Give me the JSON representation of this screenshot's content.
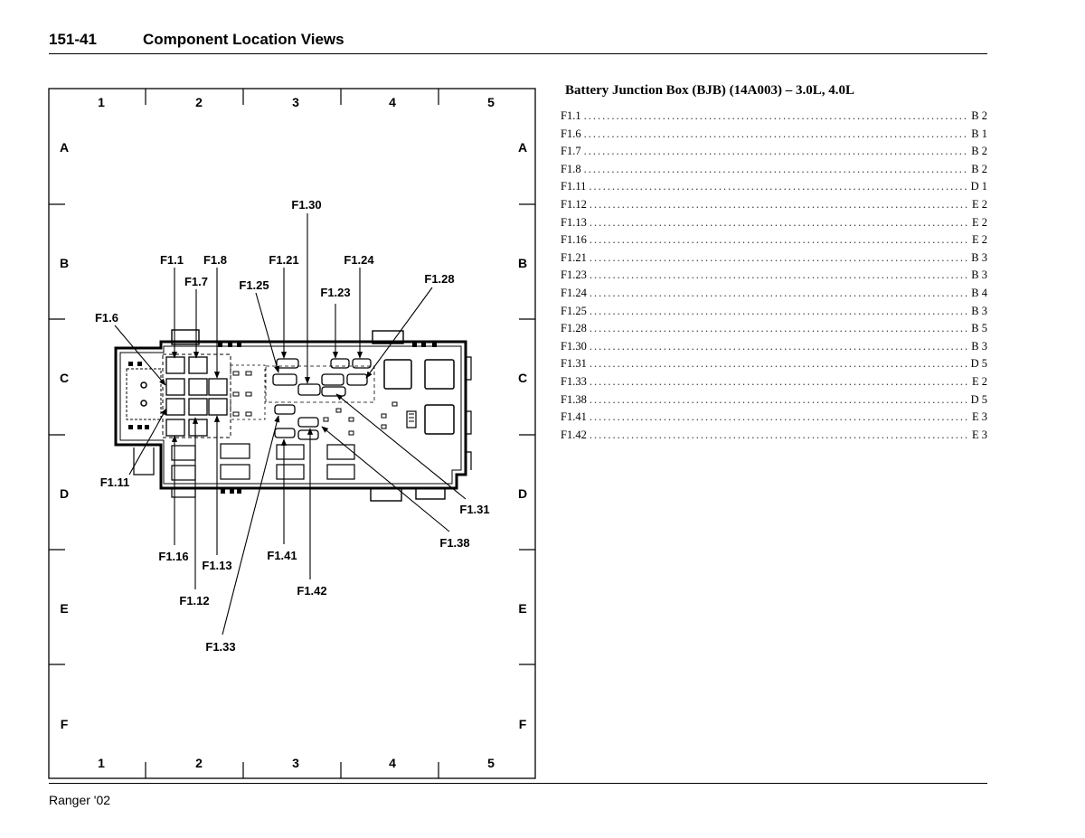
{
  "header": {
    "page_number": "151-41",
    "title": "Component Location Views"
  },
  "footer": {
    "text": "Ranger '02"
  },
  "diagram": {
    "grid_columns": [
      "1",
      "2",
      "3",
      "4",
      "5"
    ],
    "grid_rows": [
      "A",
      "B",
      "C",
      "D",
      "E",
      "F"
    ],
    "labels": {
      "f1_1": "F1.1",
      "f1_6": "F1.6",
      "f1_7": "F1.7",
      "f1_8": "F1.8",
      "f1_11": "F1.11",
      "f1_12": "F1.12",
      "f1_13": "F1.13",
      "f1_16": "F1.16",
      "f1_21": "F1.21",
      "f1_23": "F1.23",
      "f1_24": "F1.24",
      "f1_25": "F1.25",
      "f1_28": "F1.28",
      "f1_30": "F1.30",
      "f1_31": "F1.31",
      "f1_33": "F1.33",
      "f1_38": "F1.38",
      "f1_41": "F1.41",
      "f1_42": "F1.42"
    }
  },
  "index": {
    "title": "Battery Junction Box (BJB) (14A003) – 3.0L, 4.0L",
    "rows": [
      {
        "id": "F1.1",
        "loc": "B 2"
      },
      {
        "id": "F1.6",
        "loc": "B 1"
      },
      {
        "id": "F1.7",
        "loc": "B 2"
      },
      {
        "id": "F1.8",
        "loc": "B 2"
      },
      {
        "id": "F1.11",
        "loc": "D 1"
      },
      {
        "id": "F1.12",
        "loc": "E 2"
      },
      {
        "id": "F1.13",
        "loc": "E 2"
      },
      {
        "id": "F1.16",
        "loc": "E 2"
      },
      {
        "id": "F1.21",
        "loc": "B 3"
      },
      {
        "id": "F1.23",
        "loc": "B 3"
      },
      {
        "id": "F1.24",
        "loc": "B 4"
      },
      {
        "id": "F1.25",
        "loc": "B 3"
      },
      {
        "id": "F1.28",
        "loc": "B 5"
      },
      {
        "id": "F1.30",
        "loc": "B 3"
      },
      {
        "id": "F1.31",
        "loc": "D 5"
      },
      {
        "id": "F1.33",
        "loc": "E 2"
      },
      {
        "id": "F1.38",
        "loc": "D 5"
      },
      {
        "id": "F1.41",
        "loc": "E 3"
      },
      {
        "id": "F1.42",
        "loc": "E 3"
      }
    ]
  }
}
